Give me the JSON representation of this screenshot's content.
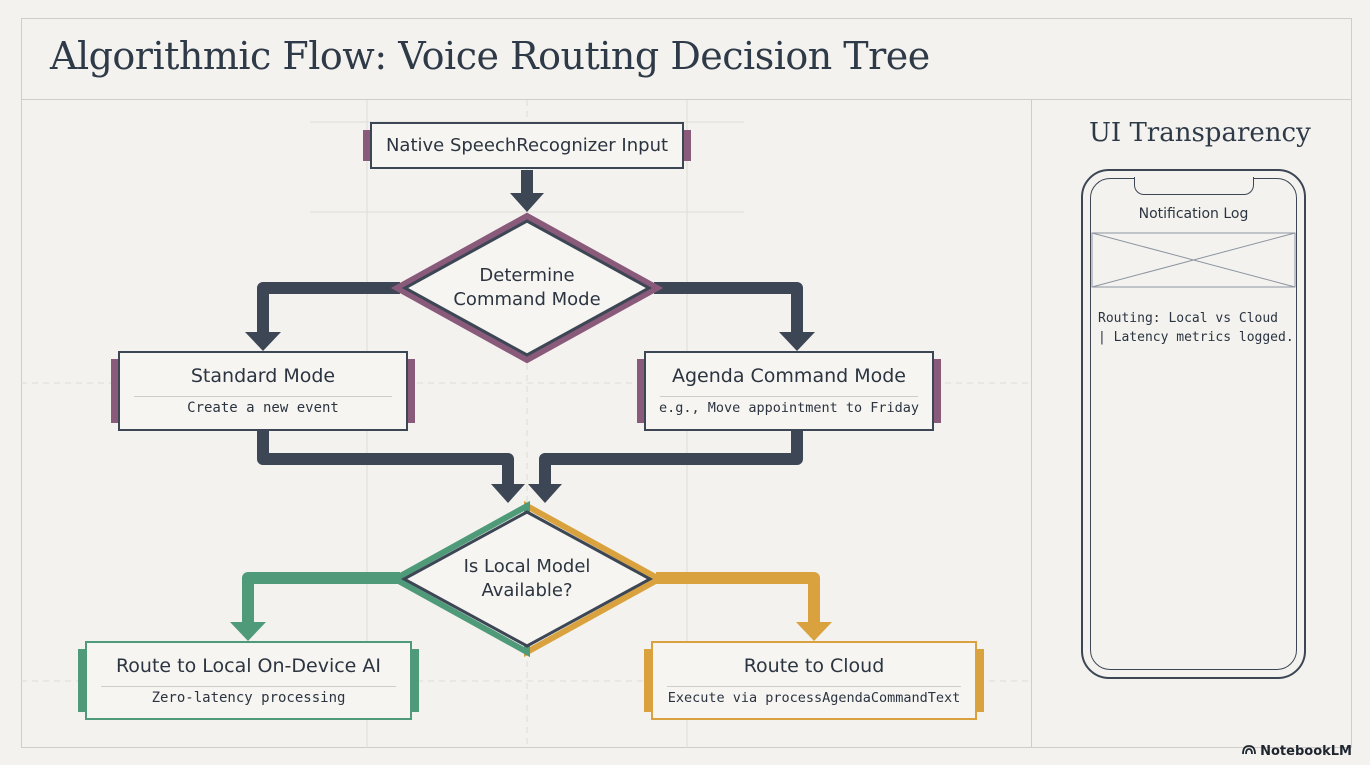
{
  "title": "Algorithmic Flow: Voice Routing Decision Tree",
  "colors": {
    "ink": "#3c4654",
    "purple": "#8a5a7a",
    "green": "#4f9a78",
    "gold": "#d9a23f"
  },
  "nodes": {
    "input": {
      "title": "Native SpeechRecognizer Input"
    },
    "decision_mode": {
      "line1": "Determine",
      "line2": "Command Mode"
    },
    "standard": {
      "title": "Standard Mode",
      "sub": "Create a new event"
    },
    "agenda": {
      "title": "Agenda Command Mode",
      "sub": "e.g., Move appointment to Friday"
    },
    "decision_local": {
      "line1": "Is Local Model",
      "line2": "Available?"
    },
    "local": {
      "title": "Route to Local On-Device AI",
      "sub": "Zero-latency processing"
    },
    "cloud": {
      "title": "Route to Cloud",
      "sub": "Execute via processAgendaCommandText"
    }
  },
  "panel": {
    "title": "UI Transparency",
    "notification_title": "Notification Log",
    "log_line1": "Routing: Local vs Cloud",
    "log_line2": "| Latency metrics logged."
  },
  "brand": {
    "name": "NotebookLM",
    "icon": "notebooklm-logo-icon"
  }
}
